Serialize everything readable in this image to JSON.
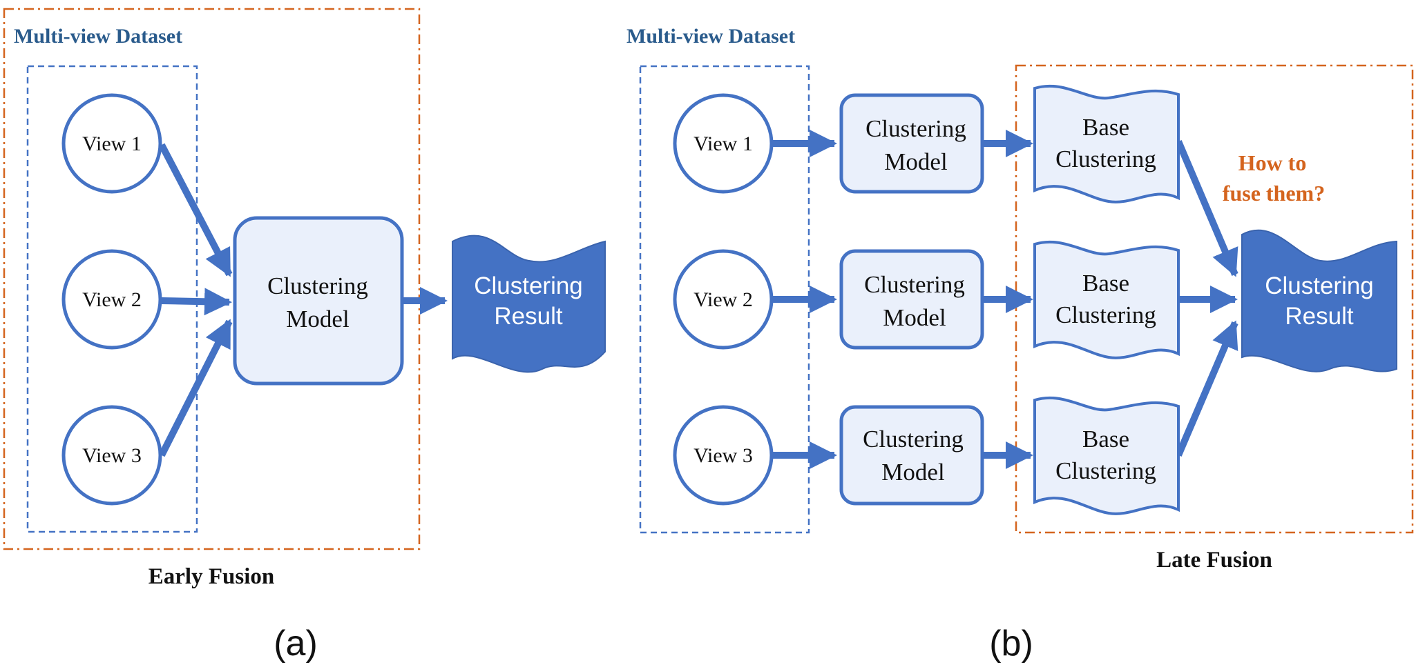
{
  "colors": {
    "accent_blue": "#4472c4",
    "node_fill": "#eaf0fb",
    "dataset_text": "#2a5b8c",
    "fusion_frame": "#d4641e",
    "question_text": "#d4641e"
  },
  "panel_a": {
    "dataset_label": "Multi-view Dataset",
    "views": [
      "View 1",
      "View 2",
      "View 3"
    ],
    "model": [
      "Clustering",
      "Model"
    ],
    "result": [
      "Clustering",
      "Result"
    ],
    "fusion_label": "Early Fusion",
    "caption": "(a)"
  },
  "panel_b": {
    "dataset_label": "Multi-view Dataset",
    "views": [
      "View 1",
      "View 2",
      "View 3"
    ],
    "model": [
      "Clustering",
      "Model"
    ],
    "base": [
      "Base",
      "Clustering"
    ],
    "question": [
      "How to",
      "fuse them?"
    ],
    "result": [
      "Clustering",
      "Result"
    ],
    "fusion_label": "Late Fusion",
    "caption": "(b)"
  }
}
